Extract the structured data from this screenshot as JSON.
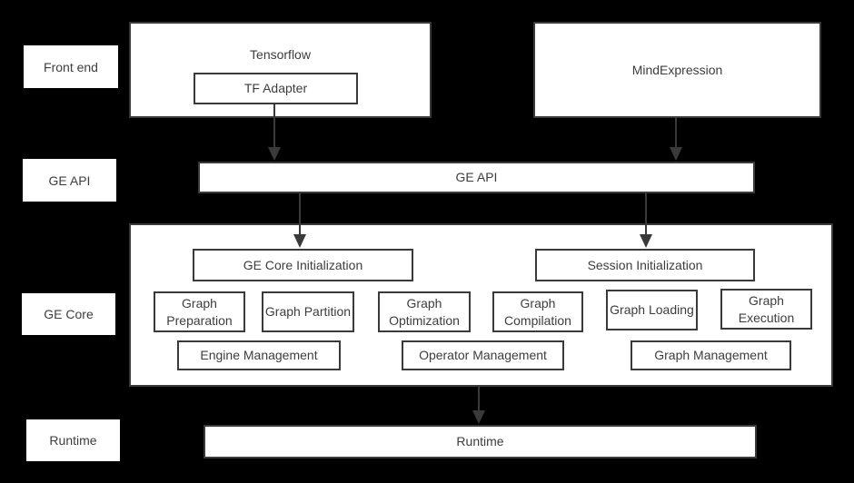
{
  "colors": {
    "background": "#000000",
    "box_fill": "#ffffff",
    "box_border": "#3a3a3a",
    "text": "#3d3d3d",
    "arrow": "#3a3a3a"
  },
  "row_labels": [
    {
      "label": "Front end"
    },
    {
      "label": "GE API"
    },
    {
      "label": "GE Core"
    },
    {
      "label": "Runtime"
    }
  ],
  "front_end": {
    "tensorflow_label": "Tensorflow",
    "tf_adapter_label": "TF Adapter",
    "mind_expression_label": "MindExpression"
  },
  "ge_api": {
    "label": "GE API"
  },
  "ge_core": {
    "init_boxes": [
      {
        "label": "GE Core Initialization"
      },
      {
        "label": "Session Initialization"
      }
    ],
    "stage_boxes": [
      {
        "label": "Graph Preparation"
      },
      {
        "label": "Graph Partition"
      },
      {
        "label": "Graph Optimization"
      },
      {
        "label": "Graph Compilation"
      },
      {
        "label": "Graph Loading"
      },
      {
        "label": "Graph Execution"
      }
    ],
    "management_boxes": [
      {
        "label": "Engine Management"
      },
      {
        "label": "Operator Management"
      },
      {
        "label": "Graph Management"
      }
    ]
  },
  "runtime": {
    "label": "Runtime"
  }
}
